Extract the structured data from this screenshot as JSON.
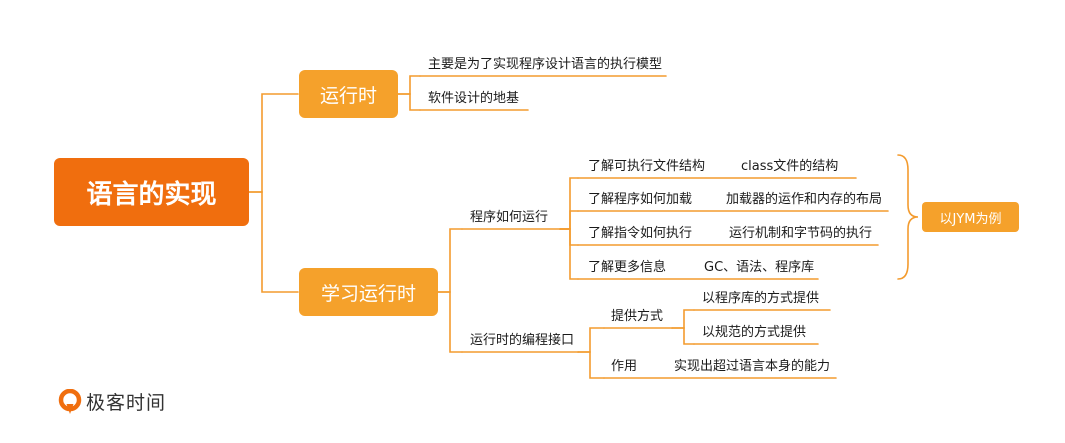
{
  "colors": {
    "root": "#f06e0e",
    "branch": "#f5a12b",
    "line": "#f39b2e"
  },
  "root": "语言的实现",
  "runtime": {
    "title": "运行时",
    "items": [
      "主要是为了实现程序设计语言的执行模型",
      "软件设计的地基"
    ]
  },
  "learn": {
    "title": "学习运行时",
    "how": {
      "title": "程序如何运行",
      "items": [
        {
          "label": "了解可执行文件结构",
          "detail": "class文件的结构"
        },
        {
          "label": "了解程序如何加载",
          "detail": "加载器的运作和内存的布局"
        },
        {
          "label": "了解指令如何执行",
          "detail": "运行机制和字节码的执行"
        },
        {
          "label": "了解更多信息",
          "detail": "GC、语法、程序库"
        }
      ],
      "note": "以JYM为例"
    },
    "api": {
      "title": "运行时的编程接口",
      "provide": {
        "title": "提供方式",
        "items": [
          "以程序库的方式提供",
          "以规范的方式提供"
        ]
      },
      "use": {
        "title": "作用",
        "detail": "实现出超过语言本身的能力"
      }
    }
  },
  "logo": {
    "text": "极客时间",
    "icon": "geektime-logo-icon"
  }
}
